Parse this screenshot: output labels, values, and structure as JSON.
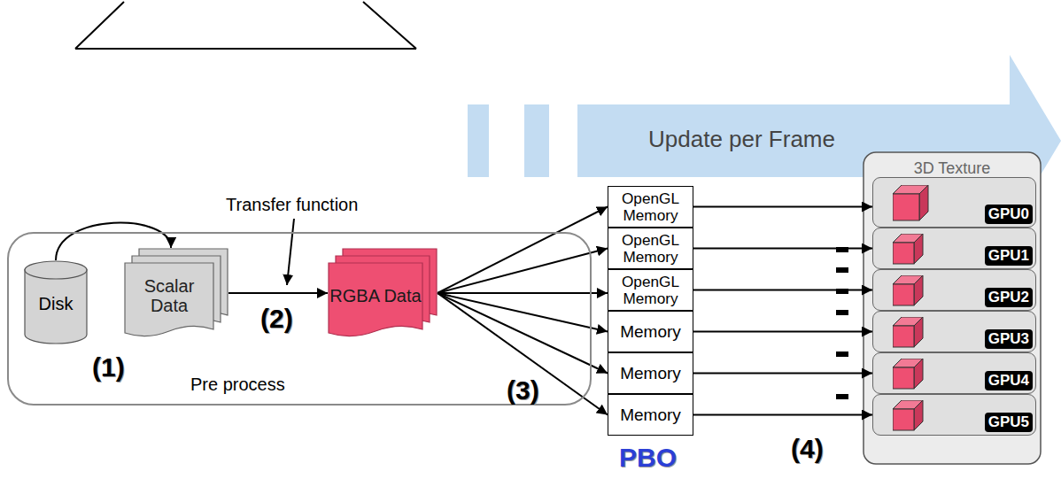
{
  "diagram": {
    "nodes": [
      {
        "text": [
          "Pre process"
        ]
      },
      {
        "text": [
          "Disk"
        ],
        "in": 0
      },
      {
        "text": [
          "Scalar Data"
        ],
        "in": 0
      },
      {
        "text": [
          "RGBA Data"
        ],
        "in": 0
      },
      {
        "text": [
          "OpenGL Memory"
        ]
      },
      {
        "text": [
          "OpenGL Memory"
        ]
      },
      {
        "text": [
          "OpenGL Memory"
        ]
      },
      {
        "text": [
          "Memory"
        ]
      },
      {
        "text": [
          "Memory"
        ]
      },
      {
        "text": [
          "Memory"
        ]
      },
      {
        "text": [
          "3D Texture"
        ]
      },
      {
        "text": [
          "GPU0"
        ],
        "in": 10
      },
      {
        "text": [
          "GPU1"
        ],
        "in": 10
      },
      {
        "text": [
          "GPU2"
        ],
        "in": 10
      },
      {
        "text": [
          "GPU3"
        ],
        "in": 10
      },
      {
        "text": [
          "GPU4"
        ],
        "in": 10
      },
      {
        "text": [
          "GPU5"
        ],
        "in": 10
      }
    ],
    "edges": [
      {
        "from": 1,
        "to": 2,
        "arrow": "to"
      },
      {
        "from": 2,
        "to": 3,
        "arrow": "to"
      },
      {
        "from": 3,
        "to": 4,
        "arrow": "to"
      },
      {
        "from": 3,
        "to": 5,
        "arrow": "to"
      },
      {
        "from": 3,
        "to": 6,
        "arrow": "to"
      },
      {
        "from": 3,
        "to": 7,
        "arrow": "to"
      },
      {
        "from": 3,
        "to": 8,
        "arrow": "to"
      },
      {
        "from": 3,
        "to": 9,
        "arrow": "to"
      },
      {
        "from": 4,
        "to": 11,
        "arrow": "to"
      },
      {
        "from": 5,
        "to": 12,
        "arrow": "to"
      },
      {
        "from": 6,
        "to": 13,
        "arrow": "to"
      },
      {
        "from": 7,
        "to": 14,
        "arrow": "to"
      },
      {
        "from": 8,
        "to": 15,
        "arrow": "to"
      },
      {
        "from": 9,
        "to": 16,
        "arrow": "to"
      }
    ],
    "labels": [
      "Update per Frame",
      "Transfer function",
      "(1)",
      "(2)",
      "(3)",
      "(4)",
      "PBO"
    ]
  }
}
